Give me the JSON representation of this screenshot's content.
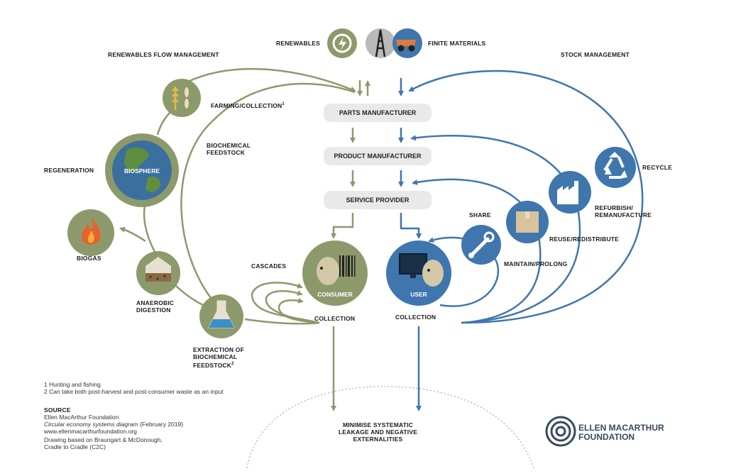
{
  "sources": {
    "renewables": "RENEWABLES",
    "finite_materials": "FINITE MATERIALS"
  },
  "sides": {
    "left_title": "RENEWABLES FLOW MANAGEMENT",
    "right_title": "STOCK MANAGEMENT"
  },
  "chain": {
    "parts": "PARTS MANUFACTURER",
    "product": "PRODUCT MANUFACTURER",
    "service": "SERVICE PROVIDER"
  },
  "biological": {
    "farming": "FARMING/COLLECTION",
    "farming_note": "1",
    "biochemical": "BIOCHEMICAL FEEDSTOCK",
    "regeneration": "REGENERATION",
    "biosphere": "BIOSPHERE",
    "biogas": "BIOGAS",
    "anaerobic": "ANAEROBIC DIGESTION",
    "cascades": "CASCADES",
    "extraction": "EXTRACTION OF BIOCHEMICAL FEEDSTOCK",
    "extraction_note": "2",
    "consumer": "CONSUMER",
    "collection_left": "COLLECTION"
  },
  "technical": {
    "recycle": "RECYCLE",
    "refurbish": "REFURBISH/ REMANUFACTURE",
    "share": "SHARE",
    "reuse": "REUSE/REDISTRIBUTE",
    "maintain": "MAINTAIN/PROLONG",
    "user": "USER",
    "collection_right": "COLLECTION"
  },
  "leakage": "MINIMISE SYSTEMATIC LEAKAGE AND NEGATIVE EXTERNALITIES",
  "footnotes": {
    "one": "1 Hunting and fishing",
    "two": "2 Can take both post-harvest and post-consumer waste as an input"
  },
  "source": {
    "heading": "SOURCE",
    "line1": "Ellen MacArthur Foundation",
    "line2_italic": "Circular economy systems diagram",
    "line2_rest": " (February 2019)",
    "line3": "www.ellenmacarthurfoundation.org",
    "line4": "Drawing based on Braungart & McDonough,",
    "line5": "Cradle to Cradle (C2C)"
  },
  "logo": {
    "line1": "ELLEN MACARTHUR",
    "line2": "FOUNDATION"
  },
  "colors": {
    "green": "#8c9a6b",
    "blue": "#3f76ad",
    "earth": "#3b6f9e",
    "gray": "#9a9a9a"
  }
}
